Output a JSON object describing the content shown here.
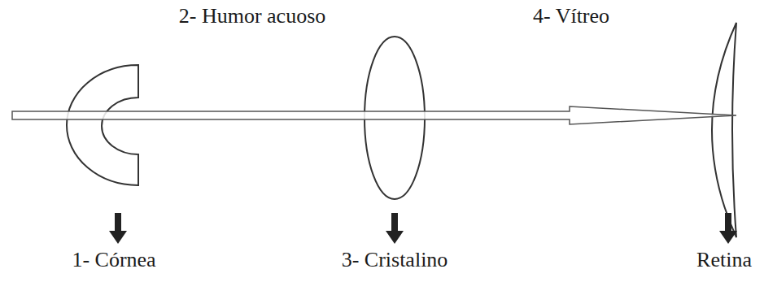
{
  "diagram": {
    "labels": [
      "2- Humor acuoso",
      "4- Vítreo",
      "1- Córnea",
      "3- Cristalino",
      "Retina"
    ]
  }
}
